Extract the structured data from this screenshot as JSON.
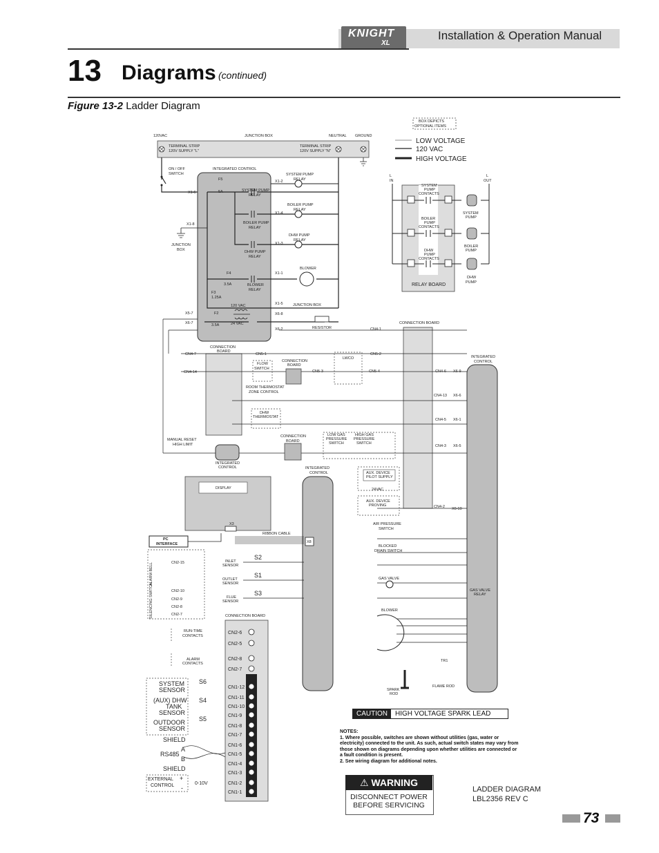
{
  "header": {
    "manual_title": "Installation & Operation Manual",
    "logo_text": "KNIGHT",
    "logo_sub": "XL"
  },
  "chapter": {
    "number": "13",
    "title": "Diagrams",
    "continued": "(continued)"
  },
  "figure": {
    "label": "Figure 13-2",
    "title": "Ladder Diagram"
  },
  "legend": {
    "box_depicts": [
      "BOX DEPICTS",
      "OPTIONAL ITEMS"
    ],
    "low_voltage": "LOW VOLTAGE",
    "vac_120": "120 VAC",
    "high_voltage": "HIGH VOLTAGE"
  },
  "top_labels": {
    "vac": "120VAC",
    "junction_box": "JUNCTION BOX",
    "neutral": "NEUTRAL",
    "ground": "GROUND",
    "terminal_l": [
      "TERMINAL STRIP",
      "120V SUPPLY \"L\""
    ],
    "terminal_n": [
      "TERMINAL STRIP",
      "120V SUPPLY \"N\""
    ],
    "on_off": [
      "ON / OFF",
      "SWITCH"
    ],
    "integrated_control": "INTEGRATED CONTROL",
    "junction_box2": [
      "JUNCTION",
      "BOX"
    ],
    "junction_box3": "JUNCTION BOX",
    "resistor": "RESISTOR",
    "connection_board": "CONNECTION BOARD"
  },
  "relays": {
    "system_pump": [
      "SYSTEM PUMP",
      "RELAY"
    ],
    "boiler_pump": [
      "BOILER PUMP",
      "RELAY"
    ],
    "dhw_pump": [
      "DHW PUMP",
      "RELAY"
    ],
    "blower": [
      "BLOWER",
      "RELAY"
    ],
    "blower_motor": "BLOWER",
    "vac_120": "120 VAC",
    "vac_24": "24 VAC"
  },
  "fuses": {
    "f5": [
      "F5",
      "5A"
    ],
    "f4": [
      "F4",
      "3.5A"
    ],
    "f3": [
      "F3",
      "1.25A"
    ],
    "f2": [
      "F2",
      "3.5A"
    ]
  },
  "terminals": {
    "x1_2": "X1-2",
    "x1_4": "X1-4",
    "x1_3": "X1-3",
    "x1_1": "X1-1",
    "x1_5": "X1-5",
    "x1_6": "X1-6",
    "x1_8": "X1-8",
    "x5_7": "X5-7",
    "x6_7": "X6-7",
    "x6_2": "X6-2",
    "x6_8": "X6-8",
    "x6_1": "X6-1"
  },
  "relay_board": {
    "l_in": [
      "L",
      "IN"
    ],
    "l_out": [
      "L",
      "OUT"
    ],
    "system_contacts": [
      "SYSTEM",
      "PUMP",
      "CONTACTS"
    ],
    "boiler_contacts": [
      "BOILER",
      "PUMP",
      "CONTACTS"
    ],
    "dhw_contacts": [
      "DHW",
      "PUMP",
      "CONTACTS"
    ],
    "system_pump": [
      "SYSTEM",
      "PUMP"
    ],
    "boiler_pump": [
      "BOILER",
      "PUMP"
    ],
    "dhw_pump": [
      "DHW",
      "PUMP"
    ],
    "label": "RELAY BOARD"
  },
  "low_voltage": {
    "connection_board": [
      "CONNECTION",
      "BOARD"
    ],
    "flow_switch": [
      "FLOW",
      "SWITCH"
    ],
    "lwco": "LWCO",
    "room_thermostat": [
      "ROOM THERMOSTAT",
      "ZONE CONTROL"
    ],
    "dhw_thermostat": [
      "DHW",
      "THERMOSTAT"
    ],
    "manual_reset": [
      "MANUAL RESET",
      "HIGH LIMIT"
    ],
    "low_gas": [
      "LOW GAS",
      "PRESSURE",
      "SWITCH"
    ],
    "high_gas": [
      "HIGH GAS",
      "PRESSURE",
      "SWITCH"
    ],
    "aux_pilot": [
      "AUX. DEVICE",
      "PILOT SUPPLY"
    ],
    "vac24": "24VAC",
    "aux_proving": [
      "AUX. DEVICE",
      "PROVING"
    ],
    "air_pressure": [
      "AIR PRESSURE",
      "SWITCH"
    ],
    "blocked_drain": [
      "BLOCKED",
      "DRAIN SWITCH"
    ],
    "gas_valve": "GAS VALVE",
    "gas_valve_relay": [
      "GAS VALVE",
      "RELAY"
    ],
    "blower": "BLOWER",
    "spark_rod": [
      "SPARK",
      "ROD"
    ],
    "flame_rod": "FLAME ROD",
    "tr1": "TR1",
    "display": "DISPLAY",
    "x3": "X3",
    "ribbon_cable": "RIBBON CABLE",
    "x8": "X8",
    "pc_interface": [
      "PC",
      "INTERFACE"
    ],
    "inlet_sensor": [
      "INLET",
      "SENSOR"
    ],
    "outlet_sensor": [
      "OUTLET",
      "SENSOR"
    ],
    "flue_sensor": [
      "FLUE",
      "SENSOR"
    ],
    "s1": "S1",
    "s2": "S2",
    "s3": "S3",
    "runtime_contacts": [
      "RUN-TIME",
      "CONTACTS"
    ],
    "alarm_contacts": [
      "ALARM",
      "CONTACTS"
    ],
    "alarm_bell": "ALARM BELL",
    "silencing_switch": "SILENCING SWITCH",
    "integrated_control": [
      "INTEGRATED",
      "CONTROL"
    ]
  },
  "terminal_strip": {
    "labels": [
      "CN2-6",
      "CN2-5",
      "CN2-8",
      "CN2-7",
      "CN1-12",
      "CN1-11",
      "CN1-10",
      "CN1-9",
      "CN1-8",
      "CN1-7",
      "CN1-6",
      "CN1-5",
      "CN1-4",
      "CN1-3",
      "CN1-2",
      "CN1-1"
    ],
    "system_sensor": [
      "SYSTEM",
      "SENSOR"
    ],
    "dhw_sensor": [
      "(AUX) DHW",
      "TANK",
      "SENSOR"
    ],
    "outdoor_sensor": [
      "OUTDOOR",
      "SENSOR"
    ],
    "s6": "S6",
    "s4": "S4",
    "s5": "S5",
    "shield1": "SHIELD",
    "rs485": "RS485",
    "a": "A",
    "b": "B",
    "shield2": "SHIELD",
    "external_control": [
      "EXTERNAL",
      "CONTROL"
    ],
    "plus": "+",
    "minus": "-",
    "v010": "0-10V"
  },
  "caution": {
    "tag": "CAUTION",
    "message": "HIGH VOLTAGE SPARK LEAD"
  },
  "notes": {
    "title": "NOTES:",
    "items": [
      "1. Where possible, switches are shown without utilities (gas, water or electricity) connected to the unit.  As such, actual switch states may vary from those shown on diagrams depending upon whether utilities are connected or a fault condition is present.",
      "2. See wiring diagram for additional notes."
    ]
  },
  "warning": {
    "title": "WARNING",
    "line1": "DISCONNECT POWER",
    "line2": "BEFORE SERVICING"
  },
  "revision": {
    "line1": "LADDER DIAGRAM",
    "line2": "LBL2356 REV C"
  },
  "page": {
    "number": "73"
  }
}
